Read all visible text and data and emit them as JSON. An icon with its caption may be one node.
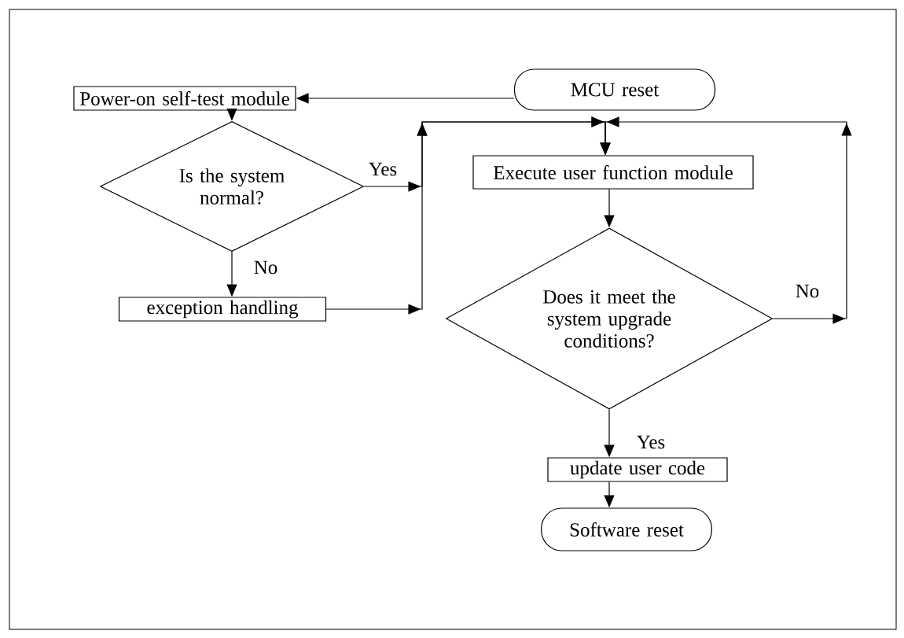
{
  "diagram": {
    "nodes": [
      {
        "text": [
          "MCU reset"
        ]
      },
      {
        "text": [
          "Power-on self-test module"
        ]
      },
      {
        "text": [
          "Is the system normal?"
        ]
      },
      {
        "text": [
          "exception handling"
        ]
      },
      {
        "text": [
          "Execute user function module"
        ]
      },
      {
        "text": [
          "Does it meet the system upgrade conditions?"
        ]
      },
      {
        "text": [
          "update user code"
        ]
      },
      {
        "text": [
          "Software reset"
        ]
      }
    ],
    "edges": [
      {
        "from": 0,
        "to": 1,
        "arrow": "to"
      },
      {
        "from": 1,
        "to": 2,
        "arrow": "to"
      },
      {
        "from": 2,
        "to": 4,
        "arrow": "to",
        "label": "Yes"
      },
      {
        "from": 2,
        "to": 3,
        "arrow": "to",
        "label": "No"
      },
      {
        "from": 3,
        "to": 4,
        "arrow": "to"
      },
      {
        "from": 4,
        "to": 5,
        "arrow": "to"
      },
      {
        "from": 5,
        "to": 4,
        "arrow": "to",
        "label": "No"
      },
      {
        "from": 5,
        "to": 6,
        "arrow": "to",
        "label": "Yes"
      },
      {
        "from": 6,
        "to": 7,
        "arrow": "to"
      }
    ]
  }
}
